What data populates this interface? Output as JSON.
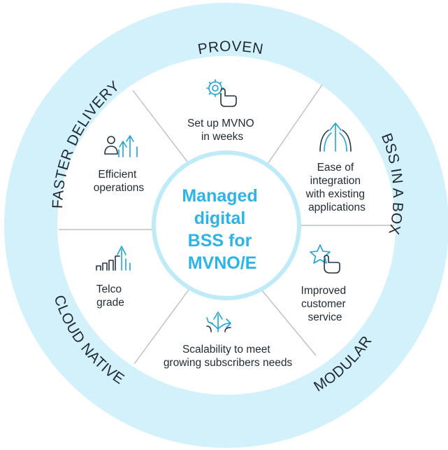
{
  "colors": {
    "outer_ring": "#d3f1fb",
    "inner_disc": "#ffffff",
    "divider": "#b9bfc4",
    "center_border": "#bfeaf8",
    "center_text": "#2cb4e6",
    "icon_accent": "#1ea3d8",
    "text": "#1f2a33"
  },
  "ring_labels": {
    "top": "PROVEN",
    "right": "BSS IN A BOX",
    "bottom_right": "MODULAR",
    "bottom_left": "CLOUD NATIVE",
    "top_left": "FASTER DELIVERY"
  },
  "center": {
    "line1": "Managed",
    "line2": "digital",
    "line3": "BSS for",
    "line4": "MVNO/E"
  },
  "segments": [
    {
      "icon": "gear-hand-icon",
      "lines": [
        "Set up MVNO",
        "in weeks"
      ]
    },
    {
      "icon": "converging-arrows-icon",
      "lines": [
        "Ease of",
        "integration",
        "with existing",
        "applications"
      ]
    },
    {
      "icon": "star-hand-icon",
      "lines": [
        "Improved",
        "customer",
        "service"
      ]
    },
    {
      "icon": "diverging-arrows-icon",
      "lines": [
        "Scalability to meet",
        "growing subscribers needs"
      ]
    },
    {
      "icon": "rising-bars-icon",
      "lines": [
        "Telco",
        "grade"
      ]
    },
    {
      "icon": "people-arrows-icon",
      "lines": [
        "Efficient",
        "operations"
      ]
    }
  ]
}
